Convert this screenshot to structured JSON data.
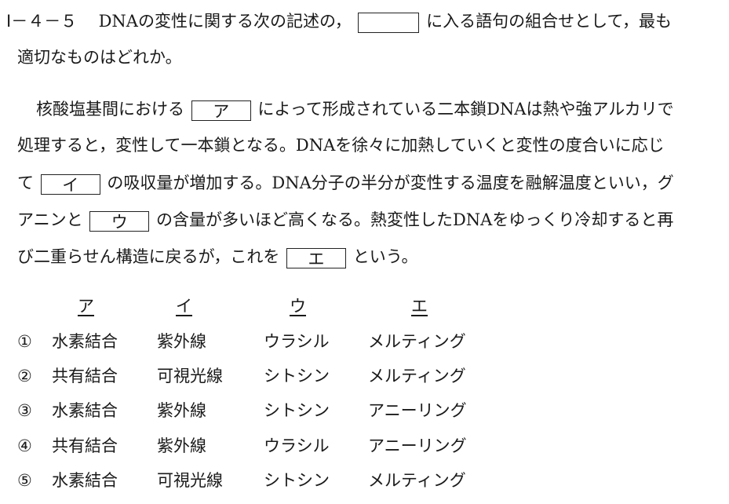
{
  "question": {
    "number": "Ⅰ－４－５",
    "stem_before_box": "DNAの変性に関する次の記述の，",
    "stem_after_box": "に入る語句の組合せとして，最も",
    "stem_line2": "適切なものはどれか。"
  },
  "passage": {
    "line1_a": "核酸塩基間における",
    "box_a": "ア",
    "line1_b": "によって形成されている二本鎖DNAは熱や強アルカリで",
    "line2": "処理すると，変性して一本鎖となる。DNAを徐々に加熱していくと変性の度合いに応じ",
    "line3_a": "て",
    "box_i": "イ",
    "line3_b": "の吸収量が増加する。DNA分子の半分が変性する温度を融解温度といい，グ",
    "line4_a": "アニンと",
    "box_u": "ウ",
    "line4_b": "の含量が多いほど高くなる。熱変性したDNAをゆっくり冷却すると再",
    "line5_a": "び二重らせん構造に戻るが，これを",
    "box_e": "エ",
    "line5_b": "という。"
  },
  "table": {
    "headers": [
      "ア",
      "イ",
      "ウ",
      "エ"
    ],
    "rows": [
      {
        "marker": "①",
        "cells": [
          "水素結合",
          "紫外線",
          "ウラシル",
          "メルティング"
        ]
      },
      {
        "marker": "②",
        "cells": [
          "共有結合",
          "可視光線",
          "シトシン",
          "メルティング"
        ]
      },
      {
        "marker": "③",
        "cells": [
          "水素結合",
          "紫外線",
          "シトシン",
          "アニーリング"
        ]
      },
      {
        "marker": "④",
        "cells": [
          "共有結合",
          "紫外線",
          "ウラシル",
          "アニーリング"
        ]
      },
      {
        "marker": "⑤",
        "cells": [
          "水素結合",
          "可視光線",
          "シトシン",
          "メルティング"
        ]
      }
    ]
  }
}
